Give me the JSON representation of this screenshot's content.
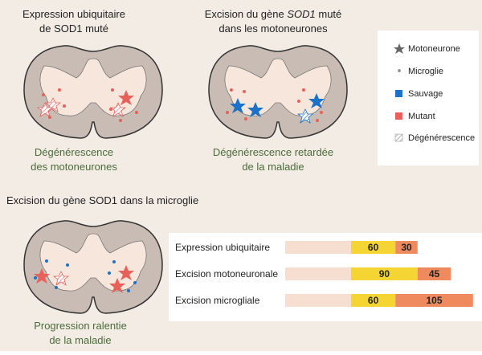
{
  "panels": {
    "ubiquitous": {
      "title_line1": "Expression ubiquitaire",
      "title_line2": "de SOD1 muté",
      "result_line1": "Dégénérescence",
      "result_line2": "des motoneurones"
    },
    "motoneuron": {
      "title_line1_a": "Excision du gène ",
      "title_line1_b": "SOD1",
      "title_line1_c": " muté",
      "title_line2": "dans les motoneurones",
      "result_line1": "Dégénérescence retardée",
      "result_line2": "de la maladie"
    },
    "microglia": {
      "title": "Excision du gène SOD1 dans la microglie",
      "result_line1": "Progression ralentie",
      "result_line2": "de la maladie"
    }
  },
  "legend": {
    "items": [
      {
        "label": "Motoneurone",
        "icon": "star-icon"
      },
      {
        "label": "Microglie",
        "icon": "dot-icon"
      },
      {
        "label": "Sauvage",
        "icon": "blue-square-icon"
      },
      {
        "label": "Mutant",
        "icon": "red-square-icon"
      },
      {
        "label": "Dégénérescence",
        "icon": "hatched-square-icon"
      }
    ]
  },
  "colors": {
    "wild_type": "#1a73c8",
    "mutant": "#e8605a",
    "tissue": "#c8bcb4",
    "grey_matter": "#f7e6dc",
    "green_text": "#4a6b3a",
    "bar_base": "#f6dfd0",
    "bar_yellow": "#f5d533",
    "bar_orange": "#ee8a5e"
  },
  "bars": {
    "rows": [
      {
        "label": "Expression ubiquitaire",
        "segment1": 60,
        "segment2": 30
      },
      {
        "label": "Excision motoneuronale",
        "segment1": 90,
        "segment2": 45
      },
      {
        "label": "Excision microgliale",
        "segment1": 60,
        "segment2": 105
      }
    ]
  }
}
